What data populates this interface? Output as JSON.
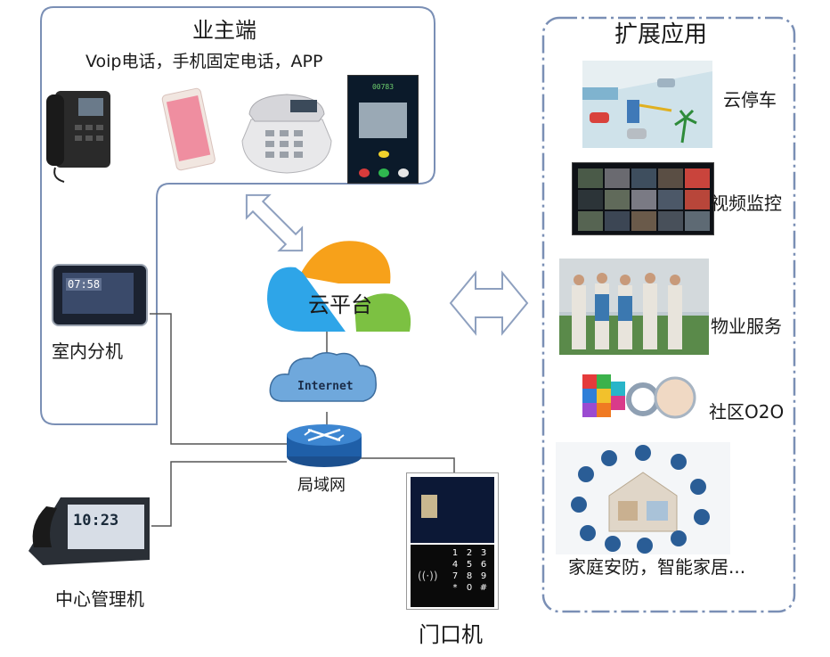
{
  "owner_section": {
    "title": "业主端",
    "subtitle": "Voip电话，手机固定电话，APP",
    "app_screen_number": "00783"
  },
  "indoor_unit": {
    "label": "室内分机",
    "clock": "07:58"
  },
  "center_manager": {
    "label": "中心管理机",
    "clock": "10:23"
  },
  "cloud": {
    "label": "云平台"
  },
  "internet": {
    "label": "Internet"
  },
  "lan": {
    "label": "局域网"
  },
  "door_unit": {
    "label": "门口机",
    "keypad": [
      "1",
      "2",
      "3",
      "4",
      "5",
      "6",
      "7",
      "8",
      "9",
      "*",
      "0",
      "#"
    ]
  },
  "extensions": {
    "title": "扩展应用",
    "items": [
      {
        "label": "云停车"
      },
      {
        "label": "视频监控"
      },
      {
        "label": "物业服务"
      },
      {
        "label": "社区O2O"
      },
      {
        "label": "家庭安防，智能家居..."
      }
    ]
  },
  "colors": {
    "border": "#7a8fb5",
    "cloud_orange": "#f7a11a",
    "cloud_blue": "#2ea5e8",
    "cloud_green": "#7cc142",
    "router": "#1f5fa8"
  }
}
